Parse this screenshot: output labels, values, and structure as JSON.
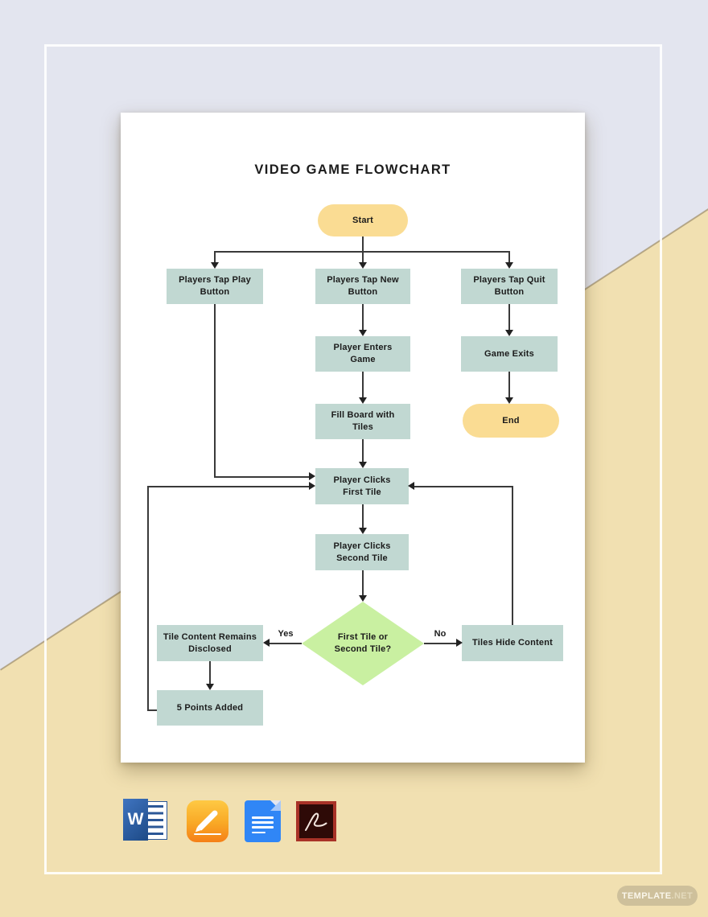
{
  "title": "VIDEO GAME FLOWCHART",
  "flowchart": {
    "nodes": {
      "start": {
        "label": "Start",
        "type": "terminator"
      },
      "tap_play": {
        "label": "Players Tap Play Button",
        "type": "process"
      },
      "tap_new": {
        "label": "Players Tap New Button",
        "type": "process"
      },
      "tap_quit": {
        "label": "Players Tap Quit Button",
        "type": "process"
      },
      "enters_game": {
        "label": "Player Enters Game",
        "type": "process"
      },
      "game_exits": {
        "label": "Game Exits",
        "type": "process"
      },
      "fill_board": {
        "label": "Fill Board with Tiles",
        "type": "process"
      },
      "end": {
        "label": "End",
        "type": "terminator"
      },
      "click_first": {
        "label": "Player Clicks First Tile",
        "type": "process"
      },
      "click_second": {
        "label": "Player Clicks Second Tile",
        "type": "process"
      },
      "decision": {
        "label": "First Tile or Second Tile?",
        "type": "decision"
      },
      "tile_disclosed": {
        "label": "Tile Content Remains Disclosed",
        "type": "process"
      },
      "tiles_hide": {
        "label": "Tiles Hide Content",
        "type": "process"
      },
      "points_added": {
        "label": "5 Points Added",
        "type": "process"
      }
    },
    "edge_labels": {
      "yes": "Yes",
      "no": "No"
    },
    "edges": [
      {
        "from": "start",
        "to": "tap_play"
      },
      {
        "from": "start",
        "to": "tap_new"
      },
      {
        "from": "start",
        "to": "tap_quit"
      },
      {
        "from": "tap_new",
        "to": "enters_game"
      },
      {
        "from": "enters_game",
        "to": "fill_board"
      },
      {
        "from": "fill_board",
        "to": "click_first"
      },
      {
        "from": "tap_play",
        "to": "click_first"
      },
      {
        "from": "tap_quit",
        "to": "game_exits"
      },
      {
        "from": "game_exits",
        "to": "end"
      },
      {
        "from": "click_first",
        "to": "click_second"
      },
      {
        "from": "click_second",
        "to": "decision"
      },
      {
        "from": "decision",
        "to": "tile_disclosed",
        "label": "Yes"
      },
      {
        "from": "decision",
        "to": "tiles_hide",
        "label": "No"
      },
      {
        "from": "tile_disclosed",
        "to": "points_added"
      },
      {
        "from": "points_added",
        "to": "click_first"
      },
      {
        "from": "tiles_hide",
        "to": "click_first"
      }
    ]
  },
  "footer_icons": {
    "word_letter": "W"
  },
  "watermark": {
    "primary": "TEMPLATE",
    "secondary": ".NET"
  },
  "colors": {
    "background_top": "#e3e5ef",
    "background_bottom": "#f1e0b1",
    "process_fill": "#c1d8d2",
    "terminator_fill": "#fadc93",
    "decision_fill": "#c9f0a1",
    "connector": "#3a3a3a",
    "text": "#1b1b1b",
    "watermark_fill": "#cec09b"
  }
}
